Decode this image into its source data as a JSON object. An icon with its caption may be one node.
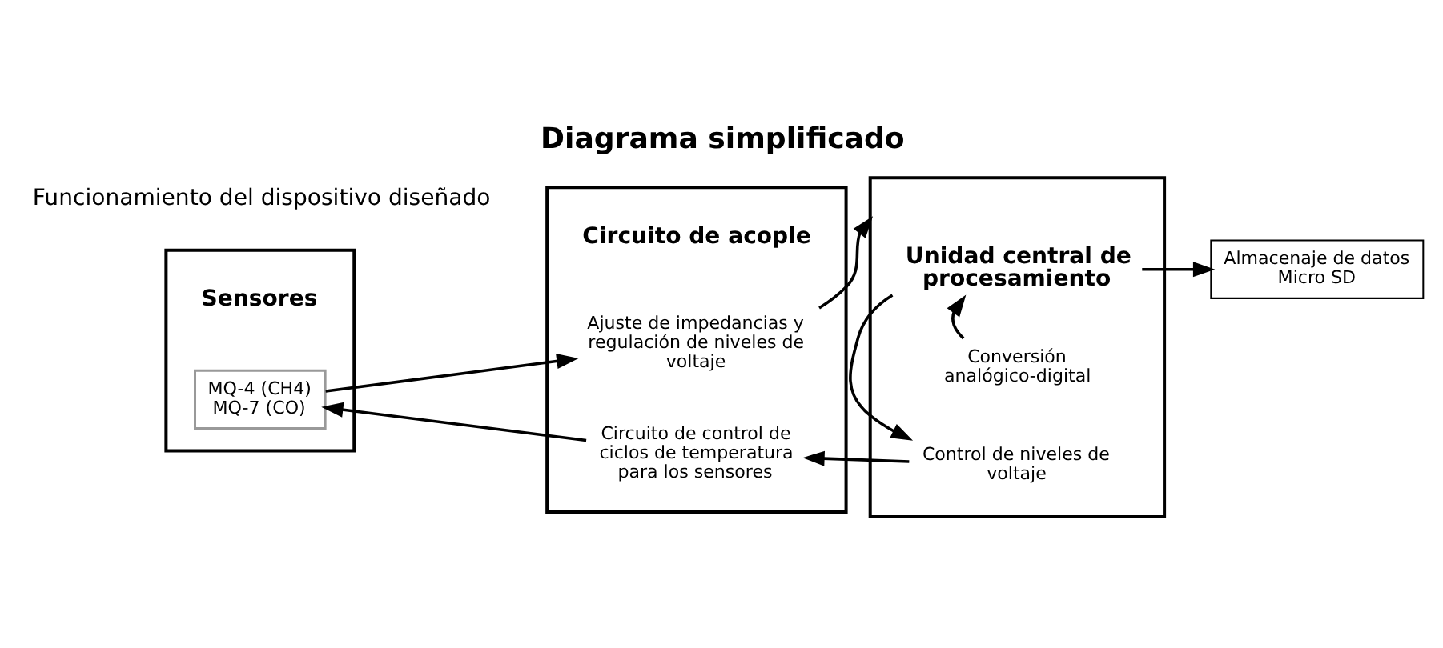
{
  "diagram": {
    "title": "Diagrama simplificado",
    "nodes": [
      {
        "text": [
          "Sensores"
        ]
      },
      {
        "text": [
          "MQ-4 (CH4)",
          "MQ-7 (CO)"
        ],
        "in": 0
      },
      {
        "text": [
          "Circuito de acople"
        ]
      },
      {
        "text": [
          "Ajuste de impedancias y regulación de niveles de voltaje"
        ],
        "in": 2
      },
      {
        "text": [
          "Circuito de control de ciclos de temperatura para los sensores"
        ],
        "in": 2
      },
      {
        "text": [],
        "shape": "box"
      },
      {
        "text": [
          "Unidad central de procesamiento"
        ],
        "in": 5
      },
      {
        "text": [
          "Conversión analógico-digital"
        ],
        "in": 5
      },
      {
        "text": [
          "Control de niveles de voltaje"
        ],
        "in": 5
      },
      {
        "text": [
          "Almacenaje de datos Micro SD"
        ]
      }
    ],
    "edges": [
      {
        "from": 1,
        "to": 3,
        "arrow": "to"
      },
      {
        "from": 3,
        "to": 5,
        "arrow": "to"
      },
      {
        "from": 7,
        "to": 6,
        "arrow": "to"
      },
      {
        "from": 6,
        "to": 8,
        "arrow": "to"
      },
      {
        "from": 6,
        "to": 9,
        "arrow": "to"
      },
      {
        "from": 8,
        "to": 4,
        "arrow": "to"
      },
      {
        "from": 4,
        "to": 1,
        "arrow": "to"
      }
    ],
    "labels": [
      "Funcionamiento del dispositivo diseñado"
    ]
  }
}
